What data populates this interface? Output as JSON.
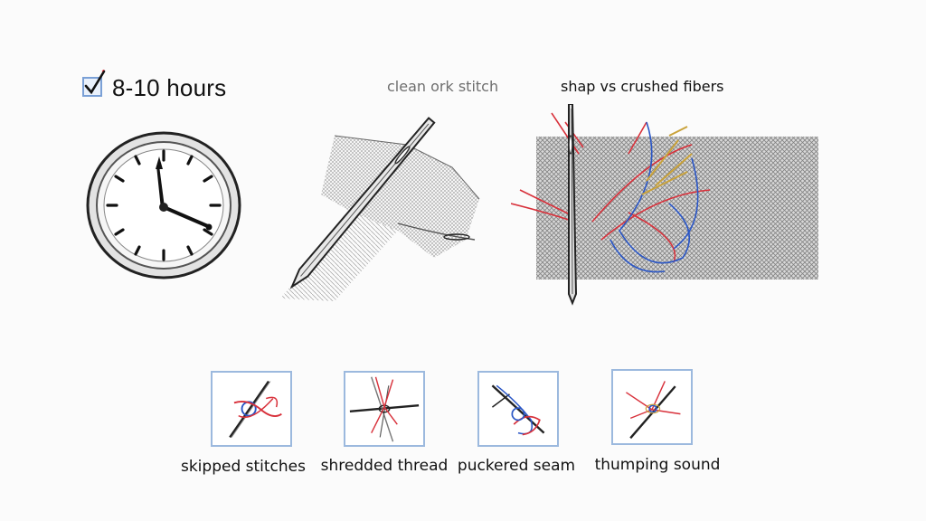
{
  "headline": {
    "text": "8-10 hours",
    "checked": true
  },
  "clean_caption": "clean ork stitch",
  "sharp_caption": "shap vs crushed fibers",
  "symptoms": [
    {
      "label": "skipped stitches",
      "icon": "skipped-stitch-icon"
    },
    {
      "label": "shredded thread",
      "icon": "shredded-thread-icon"
    },
    {
      "label": "puckered seam",
      "icon": "puckered-seam-icon"
    },
    {
      "label": "thumping sound",
      "icon": "thumping-needle-icon"
    }
  ],
  "colors": {
    "accent_red": "#d8313b",
    "accent_blue": "#2a56c6",
    "tile_border": "#9cb9de",
    "gold": "#c9a23a"
  }
}
